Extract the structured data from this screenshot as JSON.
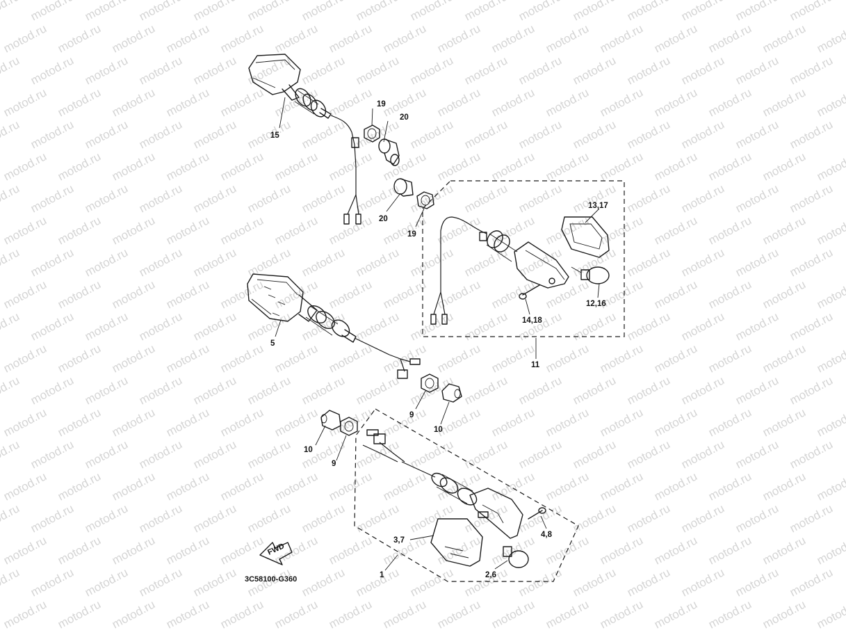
{
  "watermark": "motod.ru",
  "diagram_code": "3C58100-G360",
  "fwd_label": "FWD",
  "callouts": [
    {
      "id": "c15",
      "text": "15"
    },
    {
      "id": "c19a",
      "text": "19"
    },
    {
      "id": "c20a",
      "text": "20"
    },
    {
      "id": "c20b",
      "text": "20"
    },
    {
      "id": "c19b",
      "text": "19"
    },
    {
      "id": "c1317",
      "text": "13,17"
    },
    {
      "id": "c1216",
      "text": "12,16"
    },
    {
      "id": "c1418",
      "text": "14,18"
    },
    {
      "id": "c11",
      "text": "11"
    },
    {
      "id": "c5",
      "text": "5"
    },
    {
      "id": "c9a",
      "text": "9"
    },
    {
      "id": "c10a",
      "text": "10"
    },
    {
      "id": "c10b",
      "text": "10"
    },
    {
      "id": "c9b",
      "text": "9"
    },
    {
      "id": "c48",
      "text": "4,8"
    },
    {
      "id": "c37",
      "text": "3,7"
    },
    {
      "id": "c1",
      "text": "1"
    },
    {
      "id": "c26",
      "text": "2,6"
    }
  ],
  "colors": {
    "line": "#1a1a1a",
    "watermark": "#d4d4d4",
    "background": "#ffffff"
  }
}
